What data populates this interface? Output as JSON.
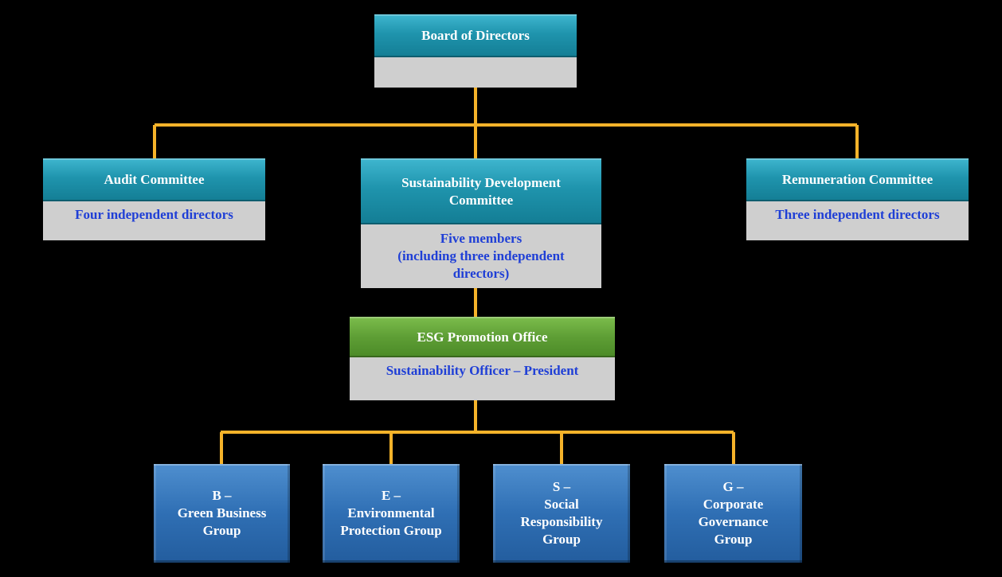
{
  "board": {
    "title": "Board of Directors"
  },
  "audit": {
    "title": "Audit Committee",
    "members": "Four independent directors"
  },
  "sustainability": {
    "title_line1": "Sustainability Development",
    "title_line2": "Committee",
    "members_line1": "Five members",
    "members_line2": "(including three independent",
    "members_line3": "directors)"
  },
  "remuneration": {
    "title": "Remuneration Committee",
    "members": "Three independent directors"
  },
  "esg_office": {
    "title": "ESG Promotion Office",
    "officer": "Sustainability Officer – President"
  },
  "groups": [
    {
      "line1": "B –",
      "line2": "Green Business",
      "line3": "Group"
    },
    {
      "line1": "E –",
      "line2": "Environmental",
      "line3": "Protection Group"
    },
    {
      "line1": "S –",
      "line2": "Social",
      "line3": "Responsibility",
      "line4": "Group"
    },
    {
      "line1": "G –",
      "line2": "Corporate",
      "line3": "Governance",
      "line4": "Group"
    }
  ],
  "colors": {
    "connector": "#f5b32a",
    "header_teal": "#1f94ad",
    "header_green": "#5e9e35",
    "group_blue": "#2f6fb4",
    "body_gray": "#cfcfcf",
    "body_text": "#1f3fd6"
  }
}
